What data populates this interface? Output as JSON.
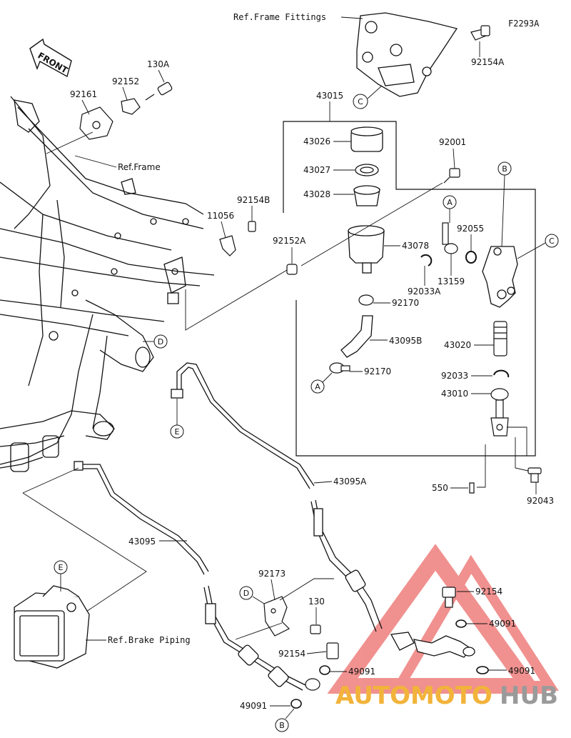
{
  "diagram": {
    "figure_code": "F2293A",
    "front_arrow": "FRONT",
    "reference_labels": {
      "frame_fittings": "Ref.Frame Fittings",
      "frame": "Ref.Frame",
      "brake_piping": "Ref.Brake Piping"
    },
    "part_numbers": {
      "p92154A": "92154A",
      "p130A": "130A",
      "p92152": "92152",
      "p92161": "92161",
      "p43015": "43015",
      "p43026": "43026",
      "p43027": "43027",
      "p43028": "43028",
      "p92001": "92001",
      "p92154B": "92154B",
      "p11056": "11056",
      "p92152A": "92152A",
      "p43078": "43078",
      "p92055": "92055",
      "p13159": "13159",
      "p92033A": "92033A",
      "p92170a": "92170",
      "p43095B": "43095B",
      "p92170b": "92170",
      "p43020": "43020",
      "p92033": "92033",
      "p43010": "43010",
      "p550": "550",
      "p92043": "92043",
      "p43095A": "43095A",
      "p43095": "43095",
      "p92173": "92173",
      "p130": "130",
      "p92154a": "92154",
      "p92154b": "92154",
      "p49091a": "49091",
      "p49091b": "49091",
      "p49091c": "49091",
      "p49091d": "49091"
    },
    "callouts": {
      "A1": "A",
      "A2": "A",
      "B1": "B",
      "B2": "B",
      "C1": "C",
      "C2": "C",
      "D1": "D",
      "D2": "D",
      "E1": "E",
      "E2": "E"
    },
    "watermark": {
      "part1": "AUTOMOTO",
      "part2": "HUB",
      "color_main": "#f2b33a",
      "color_accent": "#9a9a9a",
      "triangle_color": "#e53935"
    }
  }
}
